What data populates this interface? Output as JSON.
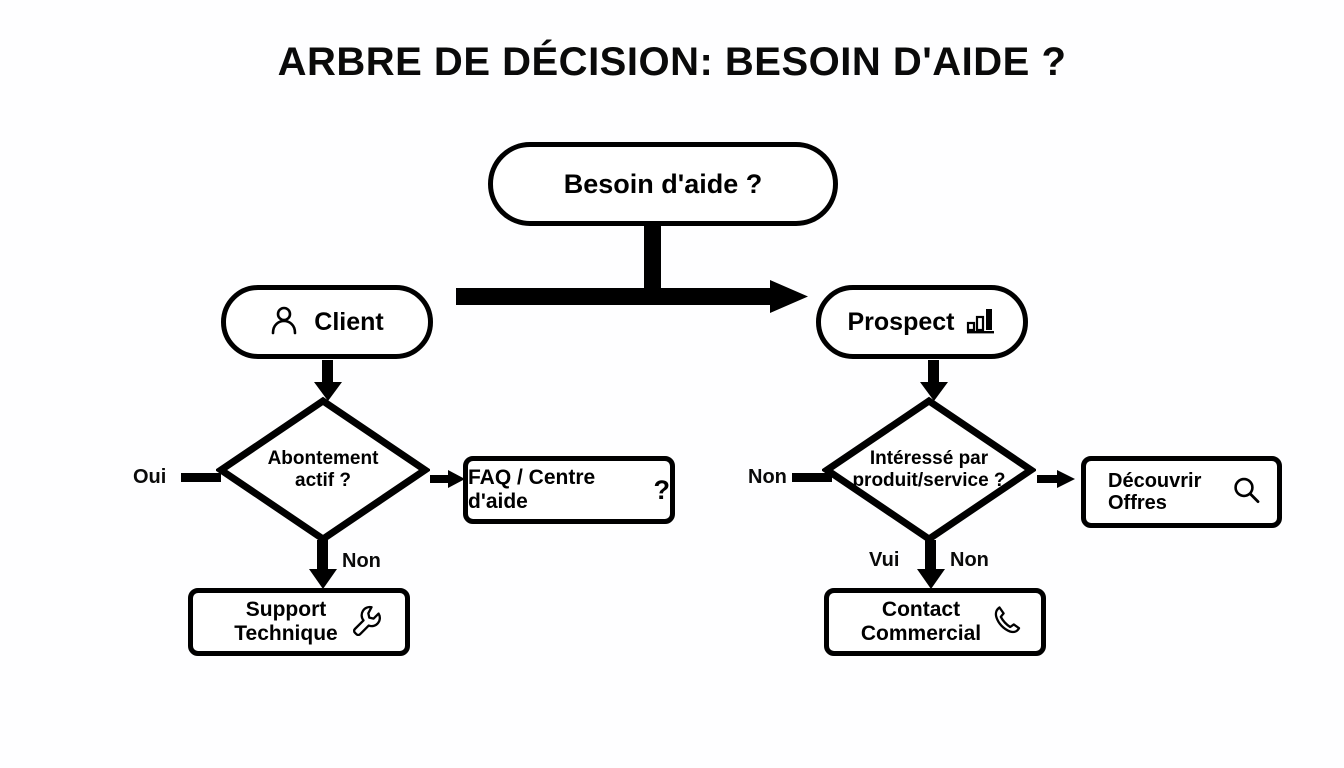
{
  "page": {
    "title": "ARBRE DE DÉCISION: BESOIN D'AIDE ?",
    "background_color": "#fefeff",
    "stroke_color": "#000000"
  },
  "nodes": {
    "root": {
      "label": "Besoin d'aide ?",
      "shape": "pill"
    },
    "client": {
      "label": "Client",
      "shape": "pill",
      "icon": "user-icon"
    },
    "prospect": {
      "label": "Prospect",
      "shape": "pill",
      "icon": "bar-chart-icon"
    },
    "decision_left": {
      "label": "Abontement\nactif ?",
      "shape": "diamond"
    },
    "decision_right": {
      "label": "Intéressé par\nproduit/service ?",
      "shape": "diamond"
    },
    "faq": {
      "label": "FAQ / Centre d'aide",
      "shape": "rect",
      "icon": "question-mark-icon"
    },
    "offres": {
      "label": "Découvrir\nOffres",
      "shape": "rect",
      "icon": "search-icon"
    },
    "support": {
      "label": "Support\nTechnique",
      "shape": "rect",
      "icon": "wrench-icon"
    },
    "contact": {
      "label": "Contact\nCommercial",
      "shape": "rect",
      "icon": "phone-icon"
    }
  },
  "edge_labels": {
    "left_oui": "Oui",
    "left_non": "Non",
    "right_non": "Non",
    "right_vui": "Vui",
    "right_non2": "Non"
  },
  "chart_data": {
    "type": "diagram",
    "diagram_kind": "decision-tree-flowchart",
    "title": "ARBRE DE DÉCISION: BESOIN D'AIDE ?",
    "nodes": [
      {
        "id": "root",
        "text": "Besoin d'aide ?",
        "shape": "pill",
        "icon": null
      },
      {
        "id": "client",
        "text": "Client",
        "shape": "pill",
        "icon": "user-icon"
      },
      {
        "id": "prospect",
        "text": "Prospect",
        "shape": "pill",
        "icon": "bar-chart-icon"
      },
      {
        "id": "decision_left",
        "text": "Abontement actif ?",
        "shape": "diamond",
        "icon": null
      },
      {
        "id": "decision_right",
        "text": "Intéressé par produit/service ?",
        "shape": "diamond",
        "icon": null
      },
      {
        "id": "faq",
        "text": "FAQ / Centre d'aide",
        "shape": "rect",
        "icon": "question-mark-icon"
      },
      {
        "id": "offres",
        "text": "Découvrir Offres",
        "shape": "rect",
        "icon": "search-icon"
      },
      {
        "id": "support",
        "text": "Support Technique",
        "shape": "rect",
        "icon": "wrench-icon"
      },
      {
        "id": "contact",
        "text": "Contact Commercial",
        "shape": "rect",
        "icon": "phone-icon"
      }
    ],
    "edges": [
      {
        "from": "root",
        "to": "client",
        "label": ""
      },
      {
        "from": "root",
        "to": "prospect",
        "label": ""
      },
      {
        "from": "client",
        "to": "decision_left",
        "label": ""
      },
      {
        "from": "prospect",
        "to": "decision_right",
        "label": ""
      },
      {
        "from": "decision_left",
        "to": "faq",
        "label": ""
      },
      {
        "from": "decision_left",
        "to": "support",
        "label": "Non"
      },
      {
        "from": "decision_right",
        "to": "offres",
        "label": ""
      },
      {
        "from": "decision_right",
        "to": "contact",
        "label": "Non"
      }
    ],
    "free_labels": [
      "Oui",
      "Non",
      "Vui",
      "Non"
    ]
  }
}
